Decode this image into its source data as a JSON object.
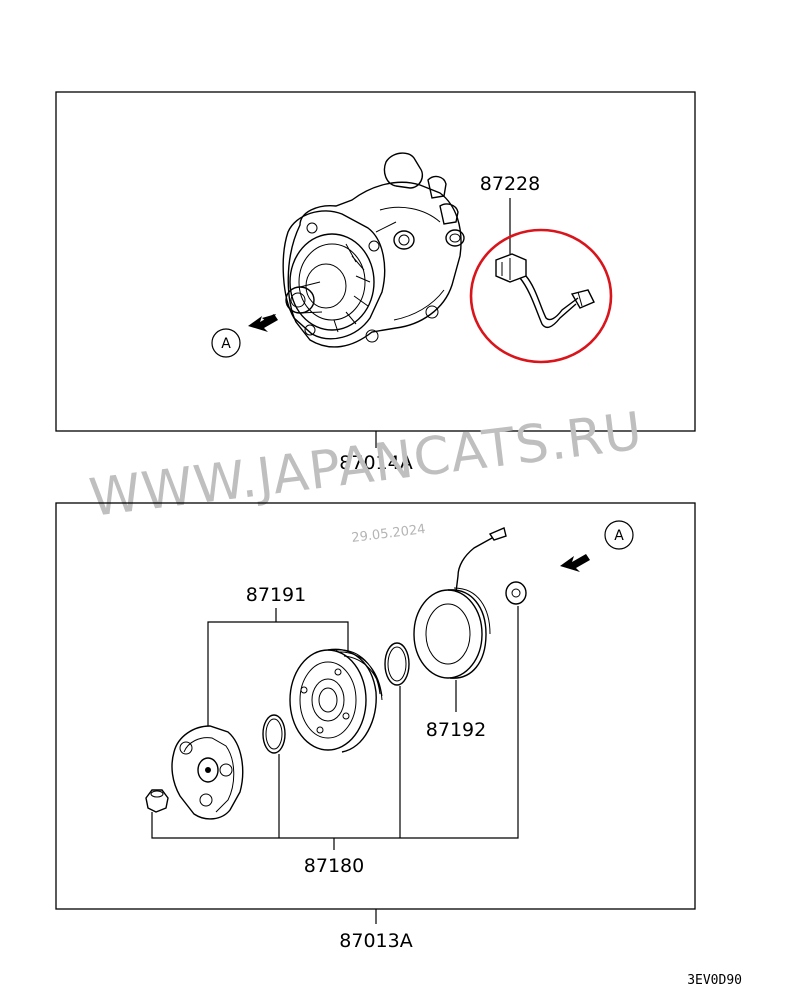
{
  "upper_panel": {
    "part_connector": "87228",
    "assembly_label": "87014A",
    "view_marker": "A"
  },
  "lower_panel": {
    "part_clutch": "87191",
    "part_coil": "87192",
    "part_kit": "87180",
    "assembly_label": "87013A",
    "view_marker": "A"
  },
  "watermark": {
    "site": "WWW.JAPANCATS.RU",
    "date": "29.05.2024"
  },
  "diagram_code": "3EV0D90",
  "colors": {
    "highlight_circle": "#d9141b",
    "watermark": "#bfbfbf"
  }
}
